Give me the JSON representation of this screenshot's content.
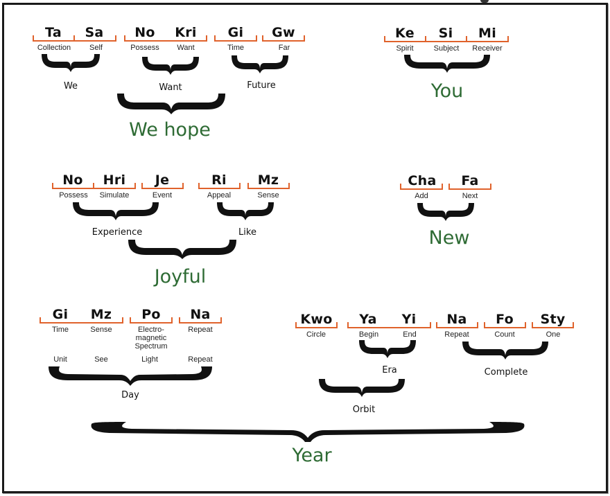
{
  "colors": {
    "bracket": "#e0622b",
    "result": "#2e6b34",
    "brace": "#111111"
  },
  "groups": {
    "we_hope": {
      "syllables": [
        {
          "text": "Ta",
          "gloss": "Collection"
        },
        {
          "text": "Sa",
          "gloss": "Self"
        },
        {
          "text": "No",
          "gloss": "Possess"
        },
        {
          "text": "Kri",
          "gloss": "Want"
        },
        {
          "text": "Gi",
          "gloss": "Time"
        },
        {
          "text": "Gw",
          "gloss": "Far"
        }
      ],
      "intermediate": [
        "We",
        "Want",
        "Future"
      ],
      "result": "We hope"
    },
    "you": {
      "syllables": [
        {
          "text": "Ke",
          "gloss": "Spirit"
        },
        {
          "text": "Si",
          "gloss": "Subject"
        },
        {
          "text": "Mi",
          "gloss": "Receiver"
        }
      ],
      "result": "You"
    },
    "joyful": {
      "syllables": [
        {
          "text": "No",
          "gloss": "Possess"
        },
        {
          "text": "Hri",
          "gloss": "Simulate"
        },
        {
          "text": "Je",
          "gloss": "Event"
        },
        {
          "text": "Ri",
          "gloss": "Appeal"
        },
        {
          "text": "Mz",
          "gloss": "Sense"
        }
      ],
      "intermediate": [
        "Experience",
        "Like"
      ],
      "result": "Joyful"
    },
    "new": {
      "syllables": [
        {
          "text": "Cha",
          "gloss": "Add"
        },
        {
          "text": "Fa",
          "gloss": "Next"
        }
      ],
      "result": "New"
    },
    "day": {
      "syllables": [
        {
          "text": "Gi",
          "gloss": "Time",
          "meaning": "Unit"
        },
        {
          "text": "Mz",
          "gloss": "Sense",
          "meaning": "See"
        },
        {
          "text": "Po",
          "gloss_lines": [
            "Electro-",
            "magnetic",
            "Spectrum"
          ],
          "meaning": "Light"
        },
        {
          "text": "Na",
          "gloss": "Repeat",
          "meaning": "Repeat"
        }
      ],
      "result": "Day"
    },
    "year_parts": {
      "syllables": [
        {
          "text": "Kwo",
          "gloss": "Circle"
        },
        {
          "text": "Ya",
          "gloss": "Begin"
        },
        {
          "text": "Yi",
          "gloss": "End"
        },
        {
          "text": "Na",
          "gloss": "Repeat"
        },
        {
          "text": "Fo",
          "gloss": "Count"
        },
        {
          "text": "Sty",
          "gloss": "One"
        }
      ],
      "intermediate": [
        "Era",
        "Complete",
        "Orbit"
      ]
    },
    "year": {
      "result": "Year"
    }
  }
}
